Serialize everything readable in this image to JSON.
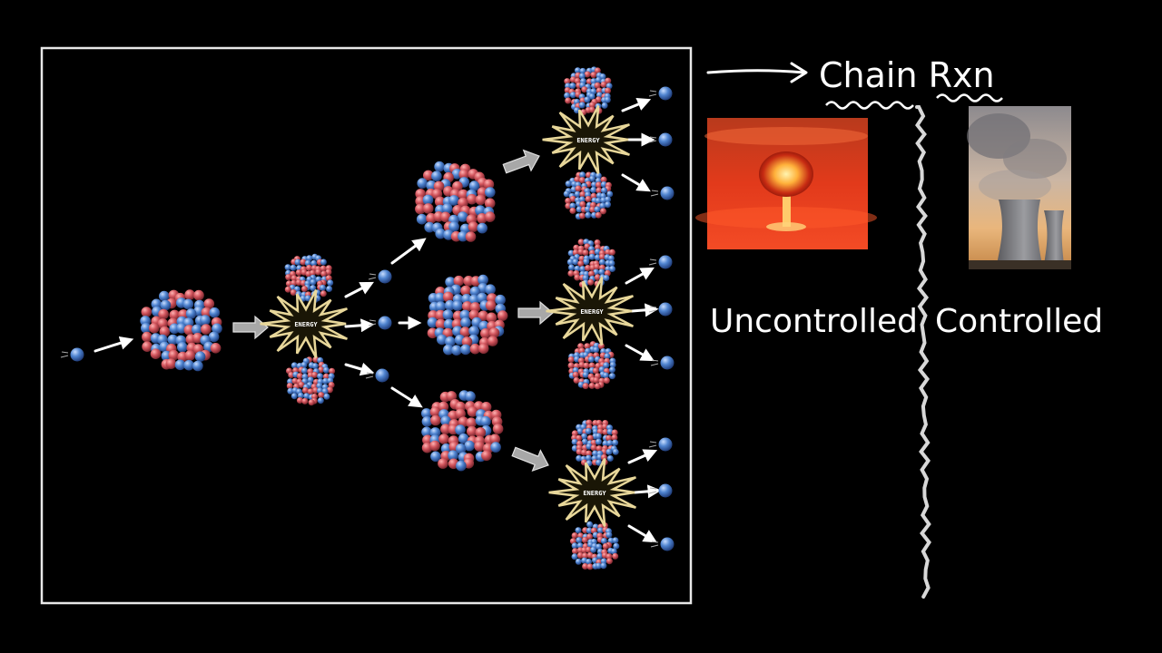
{
  "header": {
    "title": "Chain Rxn"
  },
  "labels": {
    "uncontrolled": "Uncontrolled",
    "controlled": "Controlled"
  },
  "diagram": {
    "energy_label": "ENERGY"
  },
  "images": {
    "uncontrolled_photo": "mushroom-cloud-explosion",
    "controlled_photo": "nuclear-cooling-towers"
  },
  "colors": {
    "background": "#000000",
    "proton": "#d2555d",
    "neutron": "#4f84d0",
    "energy_burst": "#e8d79a",
    "chalk": "#ffffff"
  }
}
